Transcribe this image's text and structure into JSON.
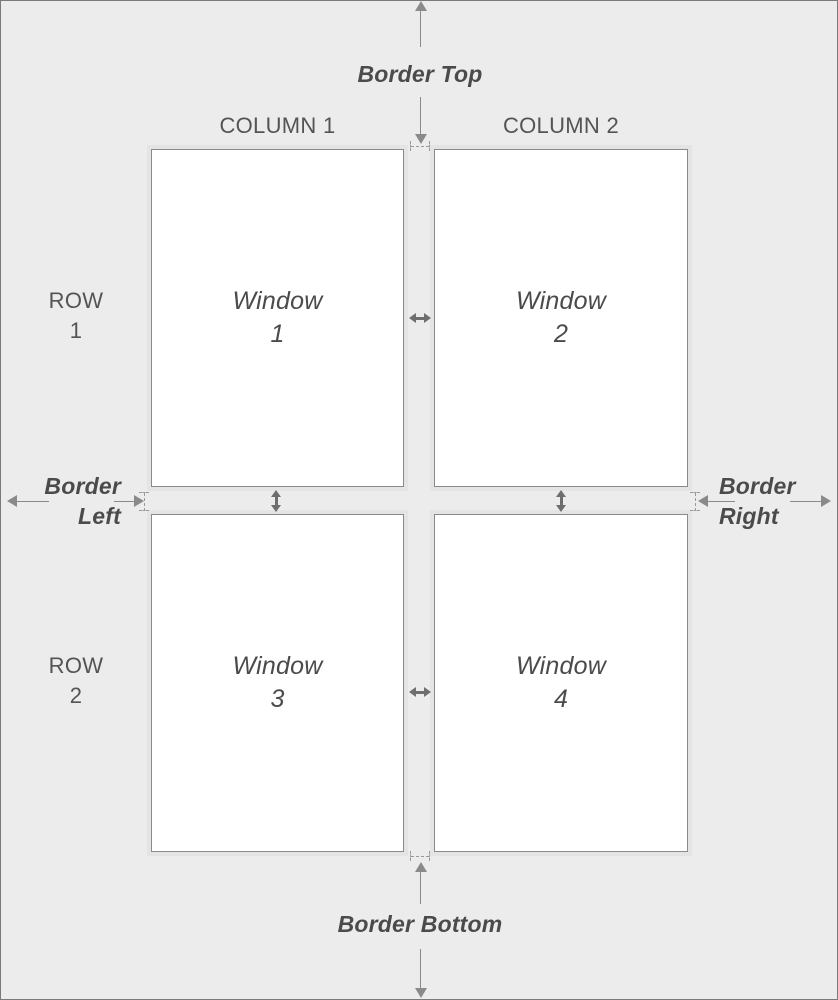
{
  "diagram": {
    "title": "Window grid border and gutter layout",
    "background_color": "#ececec",
    "window_fill": "#ffffff",
    "line_color": "#8a8a8a",
    "text_color": "#4b4b4b"
  },
  "columns": [
    {
      "label": "COLUMN 1"
    },
    {
      "label": "COLUMN 2"
    }
  ],
  "rows": [
    {
      "label": "ROW\n1"
    },
    {
      "label": "ROW\n2"
    }
  ],
  "windows": [
    {
      "label": "Window\n1"
    },
    {
      "label": "Window\n2"
    },
    {
      "label": "Window\n3"
    },
    {
      "label": "Window\n4"
    }
  ],
  "borders": {
    "top": "Border Top",
    "bottom": "Border Bottom",
    "left": "Border\nLeft",
    "right": "Border\nRight"
  },
  "gutters": {
    "column_resize": "column-gutter-resize",
    "row_resize": "row-gutter-resize"
  }
}
